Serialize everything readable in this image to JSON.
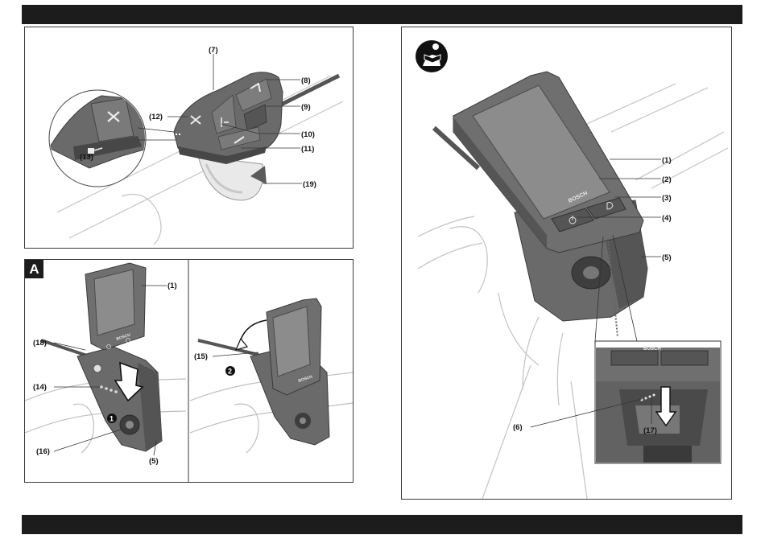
{
  "labels": {
    "p1": {
      "n7": "(7)",
      "n8": "(8)",
      "n9": "(9)",
      "n10": "(10)",
      "n11": "(11)",
      "n12": "(12)",
      "n13": "(13)",
      "n19": "(19)"
    },
    "pA": {
      "letter": "A",
      "n1": "(1)",
      "n18": "(18)",
      "n14": "(14)",
      "n16": "(16)",
      "n5": "(5)",
      "n15": "(15)",
      "step1": "1",
      "step2": "2"
    },
    "p3": {
      "n1": "(1)",
      "n2": "(2)",
      "n3": "(3)",
      "n4": "(4)",
      "n5": "(5)",
      "n6": "(6)",
      "n17": "(17)"
    }
  },
  "brand": "BOSCH",
  "icons": [
    "read-manual-icon",
    "power-icon",
    "light-icon",
    "plus-icon",
    "minus-icon",
    "select-icon",
    "arrow-up-icon",
    "arrow-down-icon",
    "curved-arrow-icon"
  ],
  "colors": {
    "bar": "#1c1c1c",
    "device": "#6e6e6e",
    "deviceDark": "#4f4f4f",
    "screen": "#8c8c8c",
    "line": "#bdbdbd"
  }
}
